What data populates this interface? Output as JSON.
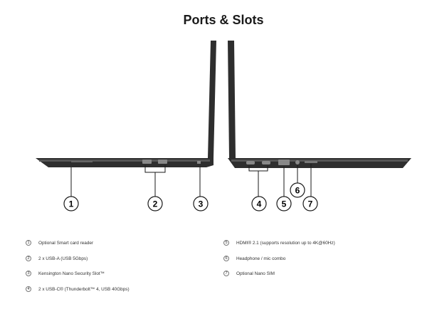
{
  "title": "Ports & Slots",
  "colors": {
    "laptop": "#2e2e2e",
    "port": "#888888",
    "callout": "#1a1a1a"
  },
  "callouts": [
    "1",
    "2",
    "3",
    "4",
    "5",
    "6",
    "7"
  ],
  "legend": [
    {
      "num": "1",
      "text": "Optional Smart card reader"
    },
    {
      "num": "2",
      "text": "2 x USB-A (USB 5Gbps)"
    },
    {
      "num": "3",
      "text": "Kensington Nano Security Slot™"
    },
    {
      "num": "4",
      "text": "2 x USB-C® (Thunderbolt™ 4, USB 40Gbps)"
    },
    {
      "num": "5",
      "text": "HDMI® 2.1 (supports resolution up to 4K@60Hz)"
    },
    {
      "num": "6",
      "text": "Headphone / mic combo"
    },
    {
      "num": "7",
      "text": "Optional Nano SIM"
    }
  ]
}
